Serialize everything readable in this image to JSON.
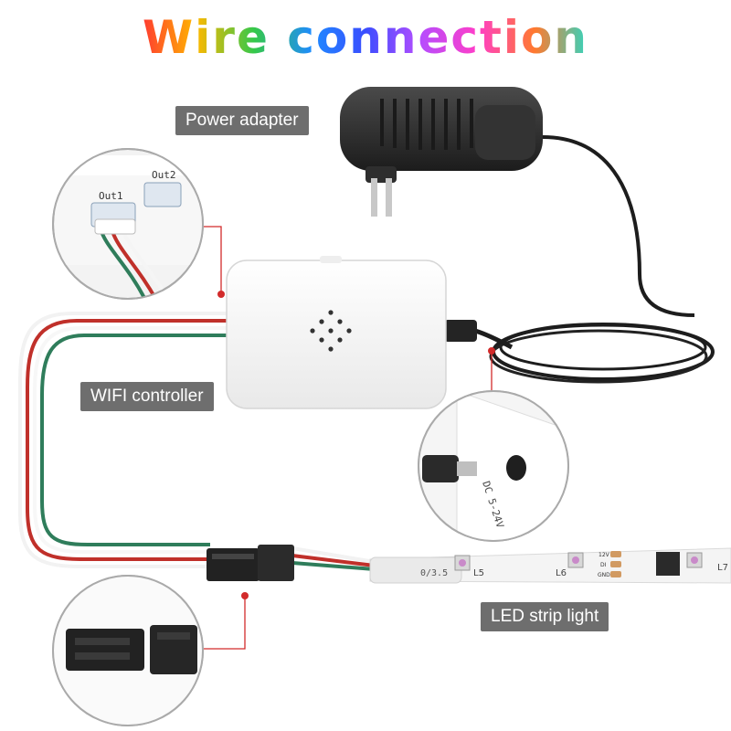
{
  "title": "Wire connection",
  "title_gradient": [
    "#ff3b30",
    "#ffb800",
    "#35c84a",
    "#1e8bff",
    "#3a4dff",
    "#b44dff",
    "#ff3ec8",
    "#ff7a2e",
    "#2fd6c0"
  ],
  "labels": {
    "power_adapter": "Power adapter",
    "wifi_controller": "WIFI controller",
    "led_strip": "LED strip light"
  },
  "controller_ports": {
    "out1": "Out1",
    "out2": "Out2"
  },
  "dc_jack_label": "DC 5-24V",
  "strip_markings": {
    "l5": "L5",
    "l6": "L6",
    "l7": "L7",
    "pads": [
      "12V",
      "DI",
      "GND"
    ],
    "code": "0/3.5"
  },
  "colors": {
    "callout_line": "#d22b2b",
    "label_bg": "#6e6e6e",
    "wire_red": "#c0302a",
    "wire_green": "#2f7d5b",
    "wire_white": "#f2f2f2",
    "adapter": "#2b2b2b"
  }
}
